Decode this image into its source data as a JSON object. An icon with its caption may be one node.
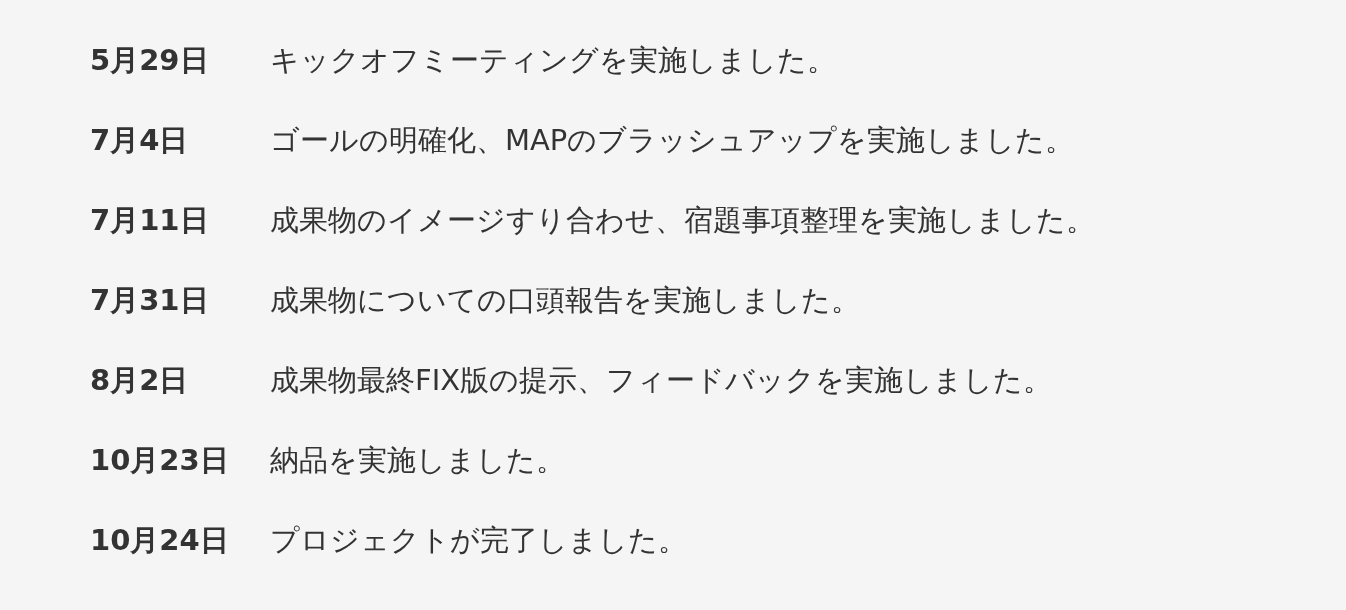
{
  "diagram": {
    "labels": [
      "5月29日",
      "キックオフミーティングを実施しました。",
      "7月4日",
      "ゴールの明確化、MAPのブラッシュアップを実施しました。",
      "7月11日",
      "成果物のイメージすり合わせ、宿題事項整理を実施しました。",
      "7月31日",
      "成果物についての口頭報告を実施しました。",
      "8月2日",
      "成果物最終FIX版の提示、フィードバックを実施しました。",
      "10月23日",
      "納品を実施しました。",
      "10月24日",
      "プロジェクトが完了しました。"
    ]
  }
}
